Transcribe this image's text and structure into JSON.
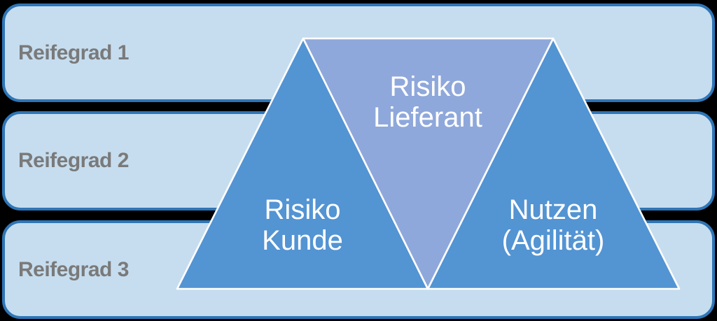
{
  "canvas": {
    "background": "#000000"
  },
  "bands": {
    "fill": "#c6ddef",
    "border_color": "#2e75b6",
    "label_color": "#7a7a7a",
    "items": [
      {
        "label": "Reifegrad 1"
      },
      {
        "label": "Reifegrad 2"
      },
      {
        "label": "Reifegrad 3"
      }
    ]
  },
  "triangles": {
    "outline_color": "#ffffff",
    "label_color": "#ffffff",
    "left": {
      "fill": "#5394d3",
      "line1": "Risiko",
      "line2": "Kunde"
    },
    "middle": {
      "fill": "#8fa8db",
      "line1": "Risiko",
      "line2": "Lieferant"
    },
    "right": {
      "fill": "#5394d3",
      "line1": "Nutzen",
      "line2": "(Agilität)"
    }
  }
}
